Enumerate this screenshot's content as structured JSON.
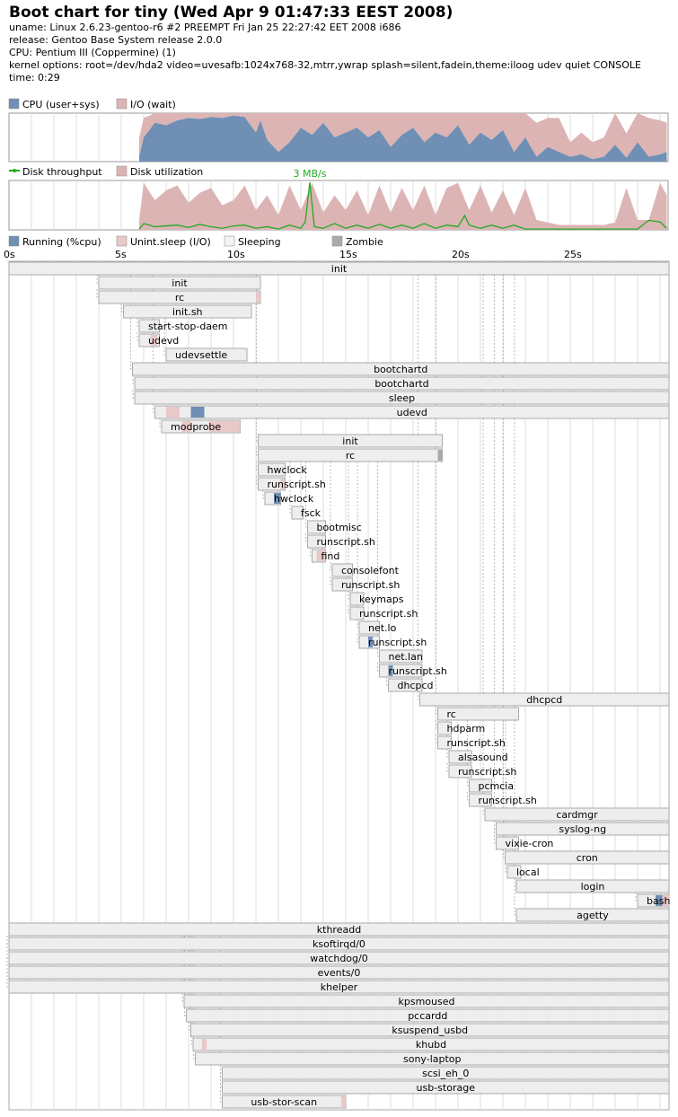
{
  "header": {
    "title": "Boot chart for tiny (Wed Apr  9 01:47:33 EEST 2008)",
    "uname": "uname: Linux 2.6.23-gentoo-r6 #2 PREEMPT Fri Jan 25 22:27:42 EET 2008 i686",
    "release": "release: Gentoo Base System release 2.0.0",
    "cpu": "CPU: Pentium III (Coppermine) (1)",
    "kernel": "kernel options: root=/dev/hda2 video=uvesafb:1024x768-32,mtrr,ywrap splash=silent,fadein,theme:iloog udev quiet CONSOLE",
    "time": "time: 0:29"
  },
  "colors": {
    "cpu": "#6f8fb4",
    "io": "#dcb4b4",
    "throughput": "#22aa22",
    "process_fill": "#eeeeee",
    "process_border": "#aaaaaa",
    "running": "#6f8fb4",
    "unint_sleep": "#e8c8c8",
    "zombie": "#aaaaaa",
    "grid": "#dddddd"
  },
  "chart_data": [
    {
      "type": "area",
      "legend": [
        "CPU (user+sys)",
        "I/O (wait)"
      ],
      "ylim": [
        0,
        100
      ],
      "series": [
        {
          "name": "CPU (user+sys)",
          "x": [
            5.8,
            6,
            6.5,
            7,
            7.5,
            8,
            8.5,
            9,
            9.5,
            10,
            10.5,
            11,
            11.2,
            11.5,
            12,
            12.5,
            13,
            13.5,
            14,
            14.5,
            15,
            15.5,
            16,
            16.5,
            17,
            17.5,
            18,
            18.5,
            19,
            19.5,
            20,
            20.5,
            21,
            21.5,
            22,
            22.5,
            23,
            23.5,
            24,
            24.5,
            25,
            25.5,
            26,
            26.5,
            27,
            27.5,
            28,
            28.5,
            29,
            29.3
          ],
          "values": [
            10,
            50,
            80,
            75,
            85,
            90,
            88,
            92,
            90,
            95,
            92,
            60,
            85,
            45,
            20,
            40,
            70,
            55,
            80,
            50,
            60,
            70,
            50,
            65,
            30,
            55,
            70,
            40,
            60,
            50,
            75,
            35,
            60,
            45,
            65,
            20,
            50,
            10,
            30,
            20,
            10,
            15,
            5,
            10,
            35,
            8,
            40,
            10,
            15,
            20
          ]
        },
        {
          "name": "I/O (wait)",
          "x": [
            5.8,
            6,
            6.5,
            7,
            7.5,
            8,
            8.5,
            9,
            9.5,
            10,
            10.5,
            11,
            11.2,
            11.5,
            12,
            12.5,
            13,
            13.5,
            14,
            14.5,
            15,
            15.5,
            16,
            16.5,
            17,
            17.5,
            18,
            18.5,
            19,
            19.5,
            20,
            20.5,
            21,
            21.5,
            22,
            22.5,
            23,
            23.5,
            24,
            24.5,
            25,
            25.5,
            26,
            26.5,
            27,
            27.5,
            28,
            28.5,
            29,
            29.3
          ],
          "values": [
            40,
            40,
            20,
            25,
            15,
            10,
            12,
            8,
            10,
            5,
            8,
            40,
            15,
            55,
            80,
            60,
            30,
            45,
            20,
            50,
            40,
            30,
            50,
            35,
            70,
            45,
            30,
            60,
            40,
            50,
            25,
            65,
            40,
            55,
            35,
            80,
            50,
            70,
            60,
            70,
            30,
            45,
            35,
            40,
            65,
            50,
            60,
            80,
            70,
            60
          ]
        }
      ]
    },
    {
      "type": "line",
      "legend": [
        "Disk throughput",
        "Disk utilization"
      ],
      "annotation": "3 MB/s",
      "series": [
        {
          "name": "Disk utilization",
          "x": [
            5.8,
            6,
            6.5,
            7,
            7.5,
            8,
            8.5,
            9,
            9.5,
            10,
            10.5,
            11,
            11.5,
            12,
            12.5,
            13,
            13.5,
            14,
            14.5,
            15,
            15.5,
            16,
            16.5,
            17,
            17.5,
            18,
            18.5,
            19,
            19.5,
            20,
            20.5,
            21,
            21.5,
            22,
            22.5,
            23,
            23.5,
            24,
            24.5,
            25,
            25.5,
            26,
            26.5,
            27,
            27.5,
            28,
            28.5,
            29,
            29.3
          ],
          "values": [
            20,
            95,
            60,
            80,
            90,
            55,
            75,
            85,
            50,
            60,
            90,
            40,
            70,
            30,
            90,
            40,
            95,
            35,
            70,
            40,
            80,
            30,
            90,
            35,
            85,
            40,
            90,
            30,
            85,
            95,
            40,
            90,
            35,
            80,
            30,
            85,
            20,
            15,
            10,
            10,
            10,
            10,
            10,
            15,
            85,
            20,
            20,
            95,
            70
          ]
        },
        {
          "name": "Disk throughput",
          "x": [
            5.8,
            6,
            6.5,
            7,
            7.5,
            8,
            8.5,
            9,
            9.5,
            10,
            10.5,
            11,
            11.5,
            12,
            12.5,
            13,
            13.2,
            13.4,
            13.6,
            14,
            14.5,
            15,
            15.5,
            16,
            16.5,
            17,
            17.5,
            18,
            18.5,
            19,
            19.5,
            20,
            20.3,
            20.5,
            21,
            21.5,
            22,
            22.5,
            23,
            23.5,
            24,
            24.5,
            25,
            25.5,
            26,
            26.5,
            27,
            27.5,
            28,
            28.5,
            29,
            29.3
          ],
          "values": [
            0.05,
            0.4,
            0.2,
            0.25,
            0.3,
            0.15,
            0.35,
            0.2,
            0.1,
            0.25,
            0.3,
            0.1,
            0.2,
            0.05,
            0.3,
            0.1,
            0.5,
            3,
            0.2,
            0.1,
            0.4,
            0.1,
            0.3,
            0.1,
            0.35,
            0.1,
            0.3,
            0.1,
            0.4,
            0.1,
            0.3,
            0.2,
            0.9,
            0.3,
            0.1,
            0.3,
            0.1,
            0.3,
            0.05,
            0.05,
            0.05,
            0.05,
            0.05,
            0.05,
            0.05,
            0.05,
            0.05,
            0.05,
            0.05,
            0.6,
            0.5,
            0.1
          ]
        }
      ]
    },
    {
      "type": "gantt",
      "legend": [
        "Running (%cpu)",
        "Unint.sleep (I/O)",
        "Sleeping",
        "Zombie"
      ],
      "x_ticks": [
        "0s",
        "5s",
        "10s",
        "15s",
        "20s",
        "25s"
      ],
      "processes": [
        {
          "name": "init",
          "start": 0,
          "end": 29.4,
          "parent": -1
        },
        {
          "name": "init",
          "start": 4.0,
          "end": 11.2,
          "parent": 0
        },
        {
          "name": "rc",
          "start": 4.0,
          "end": 11.2,
          "parent": 1,
          "sleep": [
            [
              11.0,
              11.2
            ]
          ]
        },
        {
          "name": "init.sh",
          "start": 5.1,
          "end": 10.8,
          "parent": 2
        },
        {
          "name": "start-stop-daem",
          "start": 5.8,
          "end": 6.7,
          "parent": 3
        },
        {
          "name": "udevd",
          "start": 5.8,
          "end": 6.7,
          "parent": 4,
          "sleep": [
            [
              6.3,
              6.6
            ]
          ]
        },
        {
          "name": "udevsettle",
          "start": 7.0,
          "end": 10.6,
          "parent": 3
        },
        {
          "name": "bootchartd",
          "start": 5.5,
          "end": 29.4,
          "parent": 0
        },
        {
          "name": "bootchartd",
          "start": 5.6,
          "end": 29.4,
          "parent": 7
        },
        {
          "name": "sleep",
          "start": 5.6,
          "end": 29.4,
          "parent": 8
        },
        {
          "name": "udevd",
          "start": 6.5,
          "end": 29.4,
          "parent": 0,
          "run": [
            [
              8.1,
              8.7
            ]
          ],
          "sleep": [
            [
              7.0,
              7.6
            ]
          ]
        },
        {
          "name": "modprobe",
          "start": 6.8,
          "end": 10.3,
          "parent": 10,
          "sleep": [
            [
              7.7,
              8.1
            ],
            [
              8.9,
              10.3
            ]
          ]
        },
        {
          "name": "init",
          "start": 11.1,
          "end": 19.3,
          "parent": 0
        },
        {
          "name": "rc",
          "start": 11.1,
          "end": 19.3,
          "parent": 12,
          "zombie": [
            [
              19.1,
              19.3
            ]
          ]
        },
        {
          "name": "hwclock",
          "start": 11.1,
          "end": 12.3,
          "parent": 13
        },
        {
          "name": "runscript.sh",
          "start": 11.1,
          "end": 12.3,
          "parent": 14,
          "sleep": [
            [
              12.1,
              12.3
            ]
          ]
        },
        {
          "name": "hwclock",
          "start": 11.4,
          "end": 12.1,
          "parent": 15,
          "run": [
            [
              11.8,
              12.1
            ]
          ]
        },
        {
          "name": "fsck",
          "start": 12.6,
          "end": 13.1,
          "parent": 13
        },
        {
          "name": "bootmisc",
          "start": 13.3,
          "end": 14.1,
          "parent": 13
        },
        {
          "name": "runscript.sh",
          "start": 13.3,
          "end": 14.1,
          "parent": 18
        },
        {
          "name": "find",
          "start": 13.5,
          "end": 14.1,
          "parent": 19,
          "sleep": [
            [
              13.7,
              14.1
            ]
          ]
        },
        {
          "name": "consolefont",
          "start": 14.4,
          "end": 15.3,
          "parent": 13
        },
        {
          "name": "runscript.sh",
          "start": 14.4,
          "end": 15.3,
          "parent": 21
        },
        {
          "name": "keymaps",
          "start": 15.2,
          "end": 15.8,
          "parent": 13
        },
        {
          "name": "runscript.sh",
          "start": 15.2,
          "end": 15.8,
          "parent": 23
        },
        {
          "name": "net.lo",
          "start": 15.6,
          "end": 16.5,
          "parent": 13
        },
        {
          "name": "runscript.sh",
          "start": 15.6,
          "end": 16.5,
          "parent": 25,
          "run": [
            [
              16.0,
              16.2
            ]
          ]
        },
        {
          "name": "net.lan",
          "start": 16.5,
          "end": 18.4,
          "parent": 13
        },
        {
          "name": "runscript.sh",
          "start": 16.5,
          "end": 18.4,
          "parent": 27,
          "run": [
            [
              16.9,
              17.1
            ]
          ]
        },
        {
          "name": "dhcpcd",
          "start": 16.9,
          "end": 18.4,
          "parent": 28
        },
        {
          "name": "dhcpcd",
          "start": 18.3,
          "end": 29.4,
          "parent": 0
        },
        {
          "name": "rc",
          "start": 19.1,
          "end": 22.7,
          "parent": 0
        },
        {
          "name": "hdparm",
          "start": 19.1,
          "end": 19.7,
          "parent": 31
        },
        {
          "name": "runscript.sh",
          "start": 19.1,
          "end": 19.7,
          "parent": 32
        },
        {
          "name": "alsasound",
          "start": 19.6,
          "end": 20.6,
          "parent": 31
        },
        {
          "name": "runscript.sh",
          "start": 19.6,
          "end": 20.6,
          "parent": 34
        },
        {
          "name": "pcmcia",
          "start": 20.5,
          "end": 21.5,
          "parent": 31
        },
        {
          "name": "runscript.sh",
          "start": 20.5,
          "end": 21.5,
          "parent": 36
        },
        {
          "name": "cardmgr",
          "start": 21.2,
          "end": 29.4,
          "parent": 0
        },
        {
          "name": "syslog-ng",
          "start": 21.7,
          "end": 29.4,
          "parent": 0
        },
        {
          "name": "vixie-cron",
          "start": 21.7,
          "end": 22.7,
          "parent": 31
        },
        {
          "name": "cron",
          "start": 22.1,
          "end": 29.4,
          "parent": 0
        },
        {
          "name": "local",
          "start": 22.2,
          "end": 22.8,
          "parent": 31
        },
        {
          "name": "login",
          "start": 22.6,
          "end": 29.4,
          "parent": 0
        },
        {
          "name": "bash",
          "start": 28.0,
          "end": 29.4,
          "parent": 43,
          "run": [
            [
              28.8,
              29.1
            ]
          ],
          "sleep": [
            [
              29.1,
              29.4
            ]
          ]
        },
        {
          "name": "agetty",
          "start": 22.6,
          "end": 29.4,
          "parent": 0
        },
        {
          "name": "kthreadd",
          "start": 0,
          "end": 29.4,
          "parent": -1
        },
        {
          "name": "ksoftirqd/0",
          "start": 0,
          "end": 29.4,
          "parent": 46
        },
        {
          "name": "watchdog/0",
          "start": 0,
          "end": 29.4,
          "parent": 46
        },
        {
          "name": "events/0",
          "start": 0,
          "end": 29.4,
          "parent": 46
        },
        {
          "name": "khelper",
          "start": 0,
          "end": 29.4,
          "parent": 46
        },
        {
          "name": "kpsmoused",
          "start": 7.8,
          "end": 29.4,
          "parent": 46
        },
        {
          "name": "pccardd",
          "start": 7.9,
          "end": 29.4,
          "parent": 46
        },
        {
          "name": "ksuspend_usbd",
          "start": 8.1,
          "end": 29.4,
          "parent": 46
        },
        {
          "name": "khubd",
          "start": 8.2,
          "end": 29.4,
          "parent": 46,
          "sleep": [
            [
              8.6,
              8.8
            ]
          ]
        },
        {
          "name": "sony-laptop",
          "start": 8.3,
          "end": 29.4,
          "parent": 46
        },
        {
          "name": "scsi_eh_0",
          "start": 9.5,
          "end": 29.4,
          "parent": 46
        },
        {
          "name": "usb-storage",
          "start": 9.5,
          "end": 29.4,
          "parent": 46
        },
        {
          "name": "usb-stor-scan",
          "start": 9.5,
          "end": 15.0,
          "parent": 46,
          "sleep": [
            [
              14.8,
              15.0
            ]
          ]
        }
      ]
    }
  ]
}
